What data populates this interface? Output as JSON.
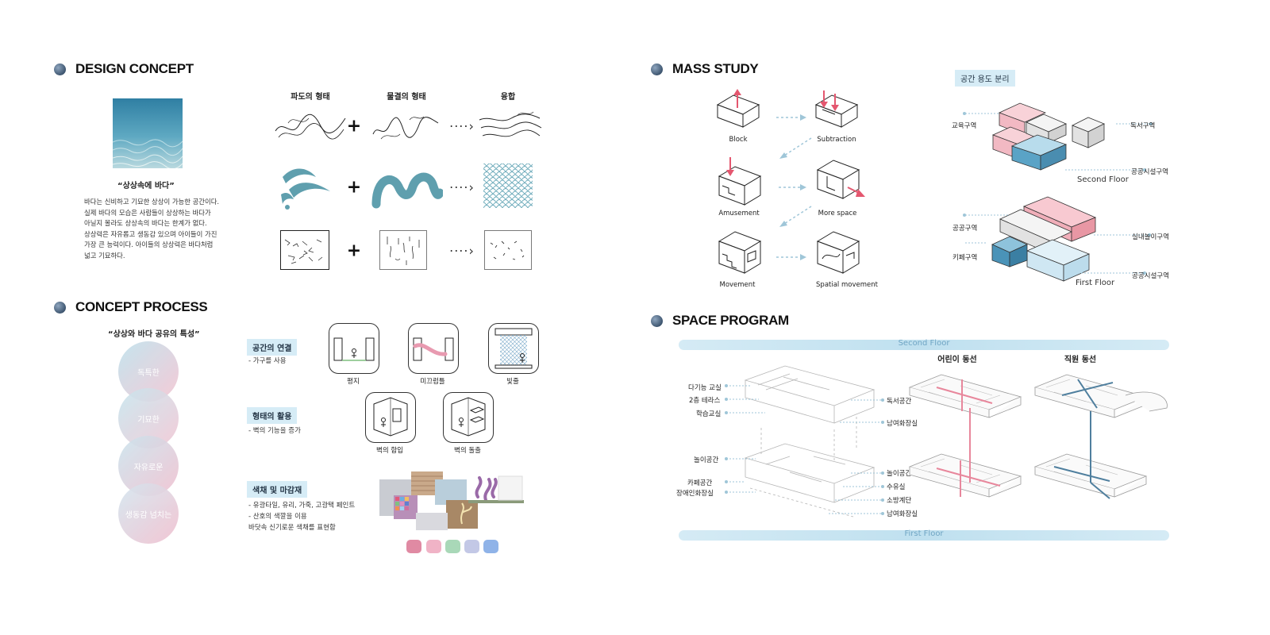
{
  "design_concept": {
    "title": "DESIGN CONCEPT",
    "quote": "“상상속에 바다”",
    "lines": [
      "바다는 신비하고 기묘한 상상이 가능한 공간이다.",
      "실제 바다의 모습은 사람들이 상상하는 바다가",
      "아닐지 몰라도 상상속의 바다는 한계가 없다.",
      "상상력은 자유롭고 생동감 있으며 아이들이 가진",
      "가장 큰 능력이다. 아이들의 상상력은 바다처럼",
      "넓고 기묘하다."
    ],
    "col_heads": [
      "파도의 형태",
      "물결의 형태",
      "융합"
    ],
    "plus": "+",
    "arrow": "····›"
  },
  "concept_process": {
    "title": "CONCEPT PROCESS",
    "quote": "“상상와 바다 공유의 특성”",
    "circles": [
      "독특한",
      "기묘한",
      "자유로운",
      "생동감 넘치는"
    ],
    "sections": [
      {
        "tag": "공간의 연결",
        "note": "- 가구를 사용"
      },
      {
        "tag": "형태의 활용",
        "note": "- 벽의 기능을 증가"
      },
      {
        "tag": "색채 및 마감재",
        "notes": [
          "- 유광타일, 유리, 가죽, 고광택 페인트",
          "- 산호의 색깔을 이용",
          "바닷속 신기로운 색채를 표현함"
        ]
      }
    ],
    "tiles": [
      "평지",
      "미끄럼틀",
      "빛줄",
      "벽의 함입",
      "벽의 돌출"
    ],
    "swatch_colors": [
      "#e08aa3",
      "#f0b3c6",
      "#a9d8b8",
      "#c3c8e6",
      "#8fb3e8"
    ]
  },
  "mass_study": {
    "title": "MASS STUDY",
    "steps": [
      "Block",
      "Subtraction",
      "Amusement",
      "More space",
      "Movement",
      "Spatial movement"
    ],
    "zone_tag": "공간 용도 분리",
    "second_floor": {
      "label": "Second Floor",
      "zones": [
        "교육구역",
        "독서구역",
        "공공시설구역"
      ]
    },
    "first_floor": {
      "label": "First Floor",
      "zones": [
        "공공구역",
        "키페구역",
        "실내놀이구역",
        "공공시설구역"
      ]
    },
    "colors": {
      "pink": "#f4c3cc",
      "blue": "#5aa3c6",
      "lightblue": "#cfe7f3",
      "grey": "#e2e2e2"
    }
  },
  "space_program": {
    "title": "SPACE PROGRAM",
    "top_bar": "Second Floor",
    "bottom_bar": "First Floor",
    "heads": [
      "어린이 동선",
      "직원 동선"
    ],
    "left_labels": [
      "다기능 교실",
      "2층 테라스",
      "학습교실",
      "놀이공간",
      "카페공간",
      "장애인화장실"
    ],
    "right_labels": [
      "독서공간",
      "남여화장실",
      "놀이공간",
      "수유실",
      "소방계단",
      "남여화장실"
    ],
    "colors": {
      "child": "#e8879c",
      "staff": "#4f7f9e"
    }
  }
}
